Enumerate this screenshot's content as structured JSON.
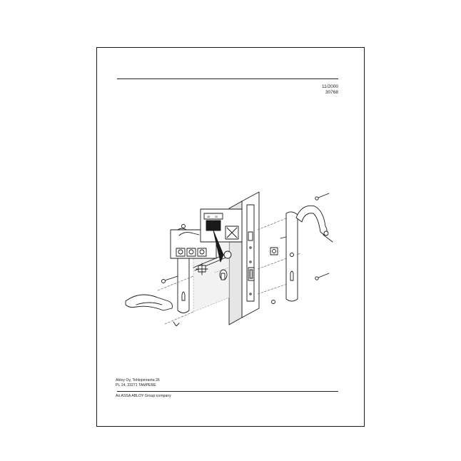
{
  "document": {
    "date": "11/2000",
    "code": "30768",
    "address_line1": "Abloy Oy, Tohlopinranta 26",
    "address_line2": "PL 14, 33271 TAMPERE",
    "company_line": "An ASSA ABLOY Group company"
  },
  "illustration": {
    "subject": "lever-handle-set-exploded-view",
    "inset_labels": [
      "38",
      "30"
    ]
  }
}
